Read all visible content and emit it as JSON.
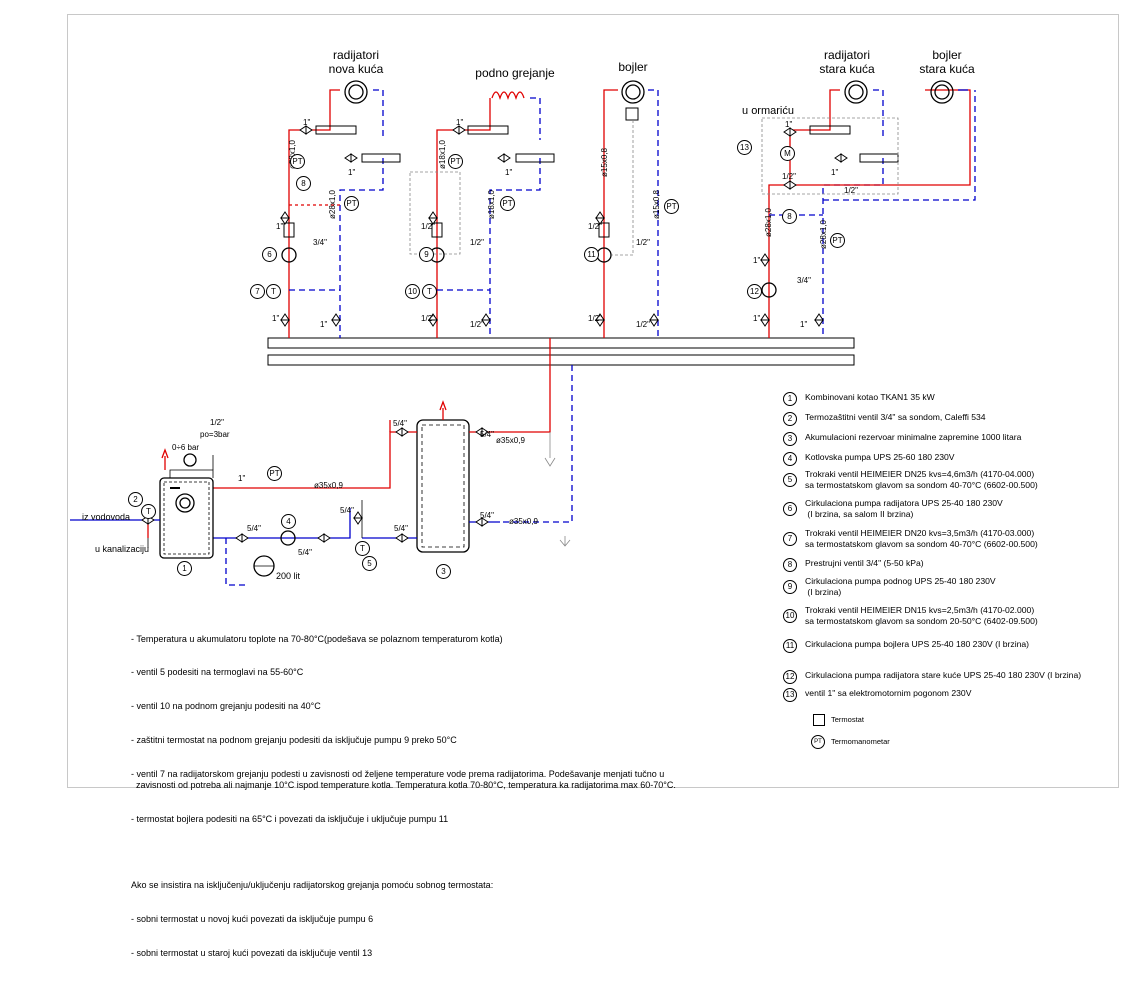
{
  "circuits": {
    "rad_new": "radijatori\nnova kuća",
    "floor": "podno grejanje",
    "boiler": "bojler",
    "rad_old": "radijatori\nstara kuća",
    "boiler_old": "bojler\nstara kuća",
    "cabinet": "u ormariću"
  },
  "annotations": {
    "d1": "1\"",
    "d34": "3/4\"",
    "d12": "1/2\"",
    "d54": "5/4\"",
    "p28": "ø28x1,0",
    "p18": "ø18x1,0",
    "p15": "ø15x0,8",
    "p35": "ø35x0,9",
    "pressure": "0÷6 bar",
    "valve_set": "po=3bar",
    "water_in": "iz vodovoda",
    "drain": "u kanalizaciju",
    "vessel": "200 lit",
    "pt": "PT",
    "t": "T",
    "m": "M"
  },
  "badges": [
    "1",
    "2",
    "3",
    "4",
    "5",
    "6",
    "7",
    "8",
    "9",
    "10",
    "11",
    "12",
    "13"
  ],
  "legend": [
    {
      "num": "1",
      "text": "Kombinovani kotao TKAN1 35 kW"
    },
    {
      "num": "2",
      "text": "Termozaštitni ventil 3/4\" sa sondom, Caleffi 534"
    },
    {
      "num": "3",
      "text": "Akumulacioni rezervoar minimalne zapremine 1000 litara"
    },
    {
      "num": "4",
      "text": "Kotlovska pumpa UPS 25-60 180 230V"
    },
    {
      "num": "5",
      "text": "Trokraki ventil HEIMEIER DN25 kvs=4,6m3/h (4170-04.000)\nsa termostatskom glavom sa sondom 40-70°C (6602-00.500)"
    },
    {
      "num": "6",
      "text": "Cirkulaciona pumpa radijatora UPS 25-40 180 230V\n (I brzina, sa salom II brzina)"
    },
    {
      "num": "7",
      "text": "Trokraki ventil HEIMEIER DN20 kvs=3,5m3/h (4170-03.000)\nsa termostatskom glavom sa sondom 40-70°C (6602-00.500)"
    },
    {
      "num": "8",
      "text": "Prestrujni ventil 3/4\" (5-50 kPa)"
    },
    {
      "num": "9",
      "text": "Cirkulaciona pumpa podnog UPS 25-40 180 230V\n (I brzina)"
    },
    {
      "num": "10",
      "text": "Trokraki ventil HEIMEIER DN15 kvs=2,5m3/h (4170-02.000)\nsa termostatskom glavom sa sondom 20-50°C (6402-09.500)"
    },
    {
      "num": "11",
      "text": "Cirkulaciona pumpa bojlera UPS 25-40 180 230V (I brzina)"
    },
    {
      "num": "12",
      "text": "Cirkulaciona pumpa radijatora stare kuće UPS 25-40 180 230V (I brzina)"
    },
    {
      "num": "13",
      "text": "ventil 1\" sa elektromotornim pogonom 230V"
    }
  ],
  "legend_symbols": {
    "thermostat": "Termostat",
    "manometer": "Termomanometar"
  },
  "notes": {
    "bullets": [
      "- Temperatura u akumulatoru toplote na 70-80°C(podešava se polaznom temperaturom kotla)",
      "- ventil 5 podesiti na termoglavi na 55-60°C",
      "- ventil 10 na podnom grejanju podesiti na 40°C",
      "- zaštitni termostat na podnom grejanju podesiti da isključuje pumpu 9 preko 50°C",
      "- ventil 7 na radijatorskom grejanju podesti u zavisnosti od željene temperature vode prema radijatorima. Podešavanje menjati tučno u\n  zavisnosti od potreba ali najmanje 10°C ispod temperature kotla. Temperatura kotla 70-80°C, temperatura ka radijatorima max 60-70°C.",
      "- termostat bojlera podesiti na 65°C i povezati da isključuje i uključuje pumpu 11"
    ],
    "intro": "Ako se insistira na isključenju/uključenju radijatorskog grejanja pomoću sobnog termostata:",
    "sub": [
      "- sobni termostat u novoj kući povezati da isključuje pumpu 6",
      "- sobni termostat u staroj kući povezati da isključuje ventil 13"
    ]
  }
}
